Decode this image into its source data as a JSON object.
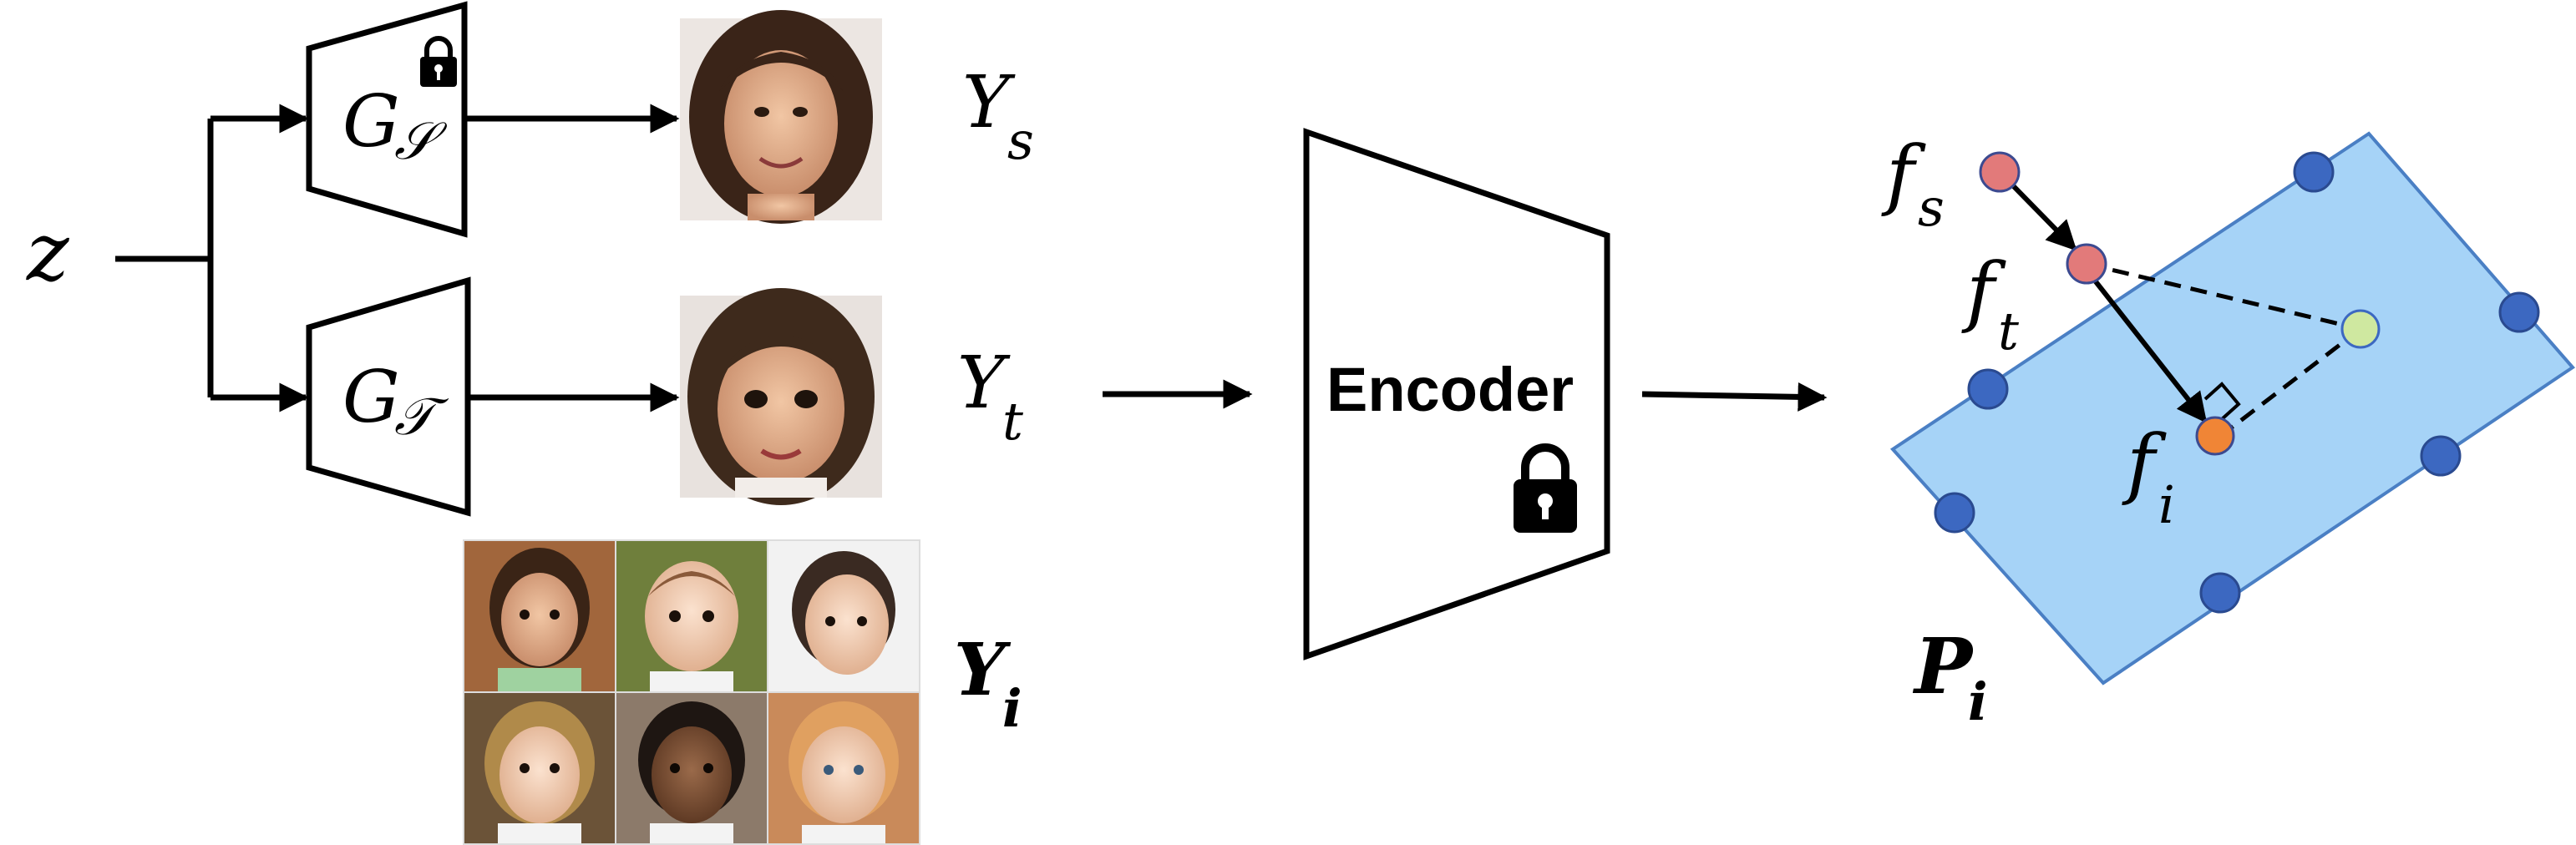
{
  "input": {
    "symbol": "z"
  },
  "generators": [
    {
      "name": "G",
      "sub": "S",
      "locked": true,
      "lock_icon": "lock-icon"
    },
    {
      "name": "G",
      "sub": "T",
      "locked": false
    }
  ],
  "outputs": {
    "source": {
      "name": "Y",
      "sub": "s",
      "image": "adult-face-photo"
    },
    "target": {
      "name": "Y",
      "sub": "t",
      "image": "child-face-photo"
    },
    "intermediate": {
      "name": "Y",
      "sub": "i",
      "image": "child-faces-grid-2x3"
    }
  },
  "encoder": {
    "label": "Encoder",
    "locked": true,
    "lock_icon": "lock-icon"
  },
  "feature_space": {
    "plane_label": {
      "name": "P",
      "sub": "i"
    },
    "features": [
      {
        "name": "f",
        "sub": "s",
        "color": "#e27a7a"
      },
      {
        "name": "f",
        "sub": "t",
        "color": "#e27a7a"
      },
      {
        "name": "f",
        "sub": "i",
        "color": "#f08536"
      }
    ],
    "colors": {
      "plane_fill": "#a6d3f7",
      "plane_stroke": "#4a7fc4",
      "point_blue": "#3c68c1",
      "point_green": "#cfe8a0",
      "point_orange": "#f08536",
      "point_red": "#e27a7a"
    }
  }
}
